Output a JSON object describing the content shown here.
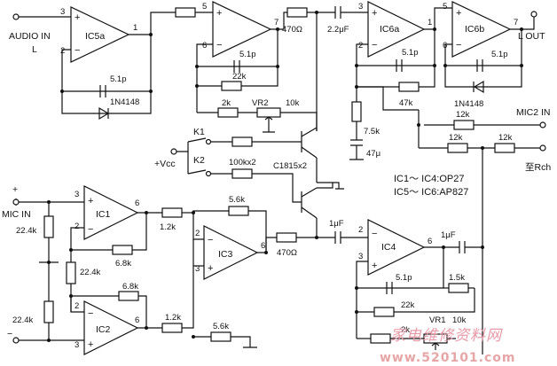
{
  "inputs": {
    "audio_in": "AUDIO IN",
    "audio_in_ch": "L",
    "mic_in": "MIC  IN",
    "mic_plus": "+",
    "mic_minus": "−",
    "vcc": "+Vcc"
  },
  "outputs": {
    "l_out": "L  OUT",
    "mic2_in": "MIC2  IN",
    "to_rch": "至Rch"
  },
  "opamps": {
    "ic5a": "IC5a",
    "ic6a": "IC6a",
    "ic6b": "IC6b",
    "ic1": "IC1",
    "ic2": "IC2",
    "ic3": "IC3",
    "ic4": "IC4"
  },
  "pins": {
    "p1": "1",
    "p2": "2",
    "p3": "3",
    "p5": "5",
    "p6": "6",
    "p7": "7"
  },
  "signs": {
    "plus": "+",
    "minus": "−"
  },
  "components": {
    "c_5p1": "5.1p",
    "d_1n4148": "1N4148",
    "c_5p1_b": "5.1p",
    "r_22k": "22k",
    "r_470a": "470Ω",
    "c_2u2": "2.2μF",
    "c_5p1_c": "5.1p",
    "r_47k": "47k",
    "c_5p1_d": "5.1p",
    "d_1n4148_b": "1N4148",
    "r_2k_a": "2k",
    "vr2": "VR2",
    "vr2_val": "10k",
    "r_7k5": "7.5k",
    "c_47u": "47μ",
    "r_12k_a": "12k",
    "r_12k_b": "12k",
    "r_12k_c": "12k",
    "k1": "K1",
    "k2": "K2",
    "r_100kx2": "100kx2",
    "q_c1815": "C1815x2",
    "r_5k6_a": "5.6k",
    "r_22k4_a": "22.4k",
    "r_1k2_a": "1.2k",
    "r_6k8_a": "6.8k",
    "r_22k4_b": "22.4k",
    "r_6k8_b": "6.8k",
    "r_22k4_c": "22.4k",
    "r_1k2_b": "1.2k",
    "r_5k6_b": "5.6k",
    "r_470b": "470Ω",
    "c_1u_a": "1μF",
    "c_1u_b": "1μF",
    "c_5p1_e": "5.1p",
    "r_1k5": "1.5k",
    "r_22k_b": "22k",
    "vr1": "VR1",
    "vr1_val": "10k",
    "r_2k_b": "2k"
  },
  "notes": {
    "note1": "IC1～ IC4:OP27",
    "note2": "IC5～ IC6:AP827"
  },
  "watermark": {
    "text": "家电维修资料网",
    "url": "www.520101.com"
  }
}
